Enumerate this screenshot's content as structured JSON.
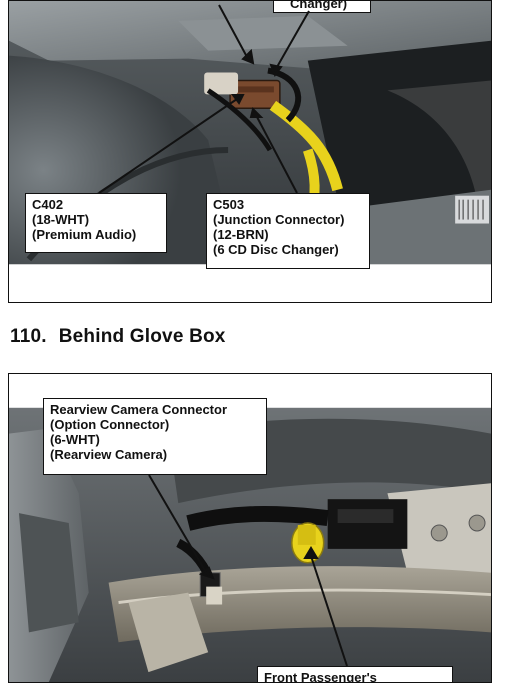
{
  "figure_top": {
    "callout_top_partial": "Changer)",
    "callout_c402": {
      "lines": [
        "C402",
        "(18-WHT)",
        "(Premium Audio)"
      ]
    },
    "callout_c503": {
      "lines": [
        "C503",
        "(Junction Connector)",
        "(12-BRN)",
        "(6 CD Disc Changer)"
      ]
    }
  },
  "section": {
    "number": "110.",
    "title": "Behind Glove Box"
  },
  "figure_bottom": {
    "callout_camera": {
      "lines": [
        "Rearview Camera Connector",
        "(Option Connector)",
        "(6-WHT)",
        "(Rearview Camera)"
      ]
    },
    "callout_bottom_partial": "Front Passenger's"
  },
  "colors": {
    "connector_brown": "#7a4a2e",
    "connector_yellow": "#e8d21c",
    "line": "#111111"
  }
}
